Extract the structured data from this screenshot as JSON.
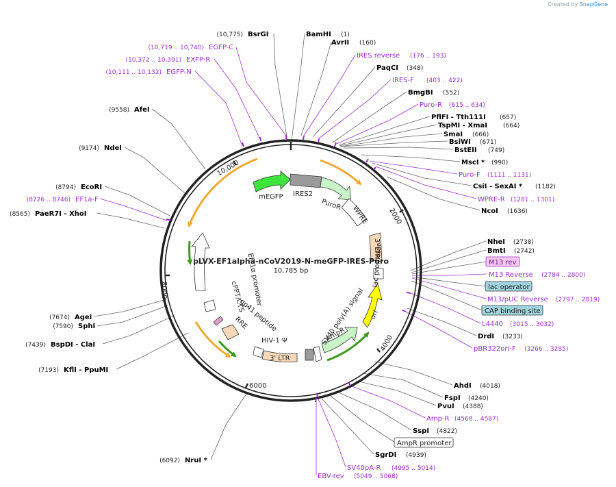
{
  "credit": {
    "prefix": "Created by",
    "brand": "SnapGene"
  },
  "plasmid": {
    "name": "pLVX-EF1alpha-nCoV2019-N-meGFP-IRES-Puro",
    "size": "10,785 bp",
    "total_bp": 10785
  },
  "ticks": [
    {
      "label": "2000",
      "bp": 2000
    },
    {
      "label": "4000",
      "bp": 4000
    },
    {
      "label": "6000",
      "bp": 6000
    },
    {
      "label": "8000",
      "bp": 8000
    },
    {
      "label": "10,000",
      "bp": 10000
    }
  ],
  "features": [
    {
      "name": "mEGFP",
      "color": "#3ce43c"
    },
    {
      "name": "IRES2",
      "color": "#9a9a9a"
    },
    {
      "name": "PuroR",
      "color": "#c8f5c8"
    },
    {
      "name": "WPRE",
      "color": "#ffffff"
    },
    {
      "name": "3' LTR",
      "color": "#f7d8b8"
    },
    {
      "name": "lac promoter",
      "color": "#ffffff"
    },
    {
      "name": "ori",
      "color": "#ffff00"
    },
    {
      "name": "SV40 poly(A) signal",
      "color": "#ffffff"
    },
    {
      "name": "AmpR",
      "color": "#c8f5c8"
    },
    {
      "name": "3' LTR",
      "color": "#f7d8b8"
    },
    {
      "name": "HIV-1 Ψ",
      "color": "#ffffff"
    },
    {
      "name": "RRE",
      "color": "#f7d8b8"
    },
    {
      "name": "gp41 peptide",
      "color": "#e0a0c8"
    },
    {
      "name": "cPPT/CTS",
      "color": "#ffffff"
    },
    {
      "name": "EF-1α promoter",
      "color": "#ffffff"
    }
  ],
  "labels_left": [
    {
      "pos": "(10,775)",
      "name": "BsrGI",
      "kind": "enzyme"
    },
    {
      "pos": "(10,719 .. 10,740)",
      "name": "EGFP-C",
      "kind": "primer"
    },
    {
      "pos": "(10,372 .. 10,391)",
      "name": "EXFP-R",
      "kind": "primer"
    },
    {
      "pos": "(10,111 .. 10,132)",
      "name": "EGFP-N",
      "kind": "primer"
    },
    {
      "pos": "(9558)",
      "name": "AfeI",
      "kind": "enzyme"
    },
    {
      "pos": "(9174)",
      "name": "NdeI",
      "kind": "enzyme"
    },
    {
      "pos": "(8794)",
      "name": "EcoRI",
      "kind": "enzyme"
    },
    {
      "pos": "(8726 .. 8746)",
      "name": "EF1a-F",
      "kind": "primer"
    },
    {
      "pos": "(8565)",
      "name": "PaeR7I - XhoI",
      "kind": "enzyme"
    },
    {
      "pos": "(7674)",
      "name": "AgeI",
      "kind": "enzyme"
    },
    {
      "pos": "(7590)",
      "name": "SphI",
      "kind": "enzyme"
    },
    {
      "pos": "(7439)",
      "name": "BspDI - ClaI",
      "kind": "enzyme"
    },
    {
      "pos": "(7193)",
      "name": "KflI - PpuMI",
      "kind": "enzyme"
    },
    {
      "pos": "(6092)",
      "name": "NruI *",
      "kind": "enzyme"
    }
  ],
  "labels_right": [
    {
      "name": "BamHI",
      "pos": "(1)",
      "kind": "enzyme"
    },
    {
      "name": "AvrII",
      "pos": "(160)",
      "kind": "enzyme"
    },
    {
      "name": "IRES reverse",
      "pos": "(176 .. 193)",
      "kind": "primer"
    },
    {
      "name": "PaqCI",
      "pos": "(348)",
      "kind": "enzyme"
    },
    {
      "name": "IRES-F",
      "pos": "(403 .. 422)",
      "kind": "primer"
    },
    {
      "name": "BmgBI",
      "pos": "(552)",
      "kind": "enzyme"
    },
    {
      "name": "Puro-R",
      "pos": "(615 .. 634)",
      "kind": "primer"
    },
    {
      "name": "PflFI - Tth111I",
      "pos": "(657)",
      "kind": "enzyme"
    },
    {
      "name": "TspMI - XmaI",
      "pos": "(664)",
      "kind": "enzyme"
    },
    {
      "name": "SmaI",
      "pos": "(666)",
      "kind": "enzyme"
    },
    {
      "name": "BsiWI",
      "pos": "(671)",
      "kind": "enzyme"
    },
    {
      "name": "BstEII",
      "pos": "(749)",
      "kind": "enzyme"
    },
    {
      "name": "MscI *",
      "pos": "(990)",
      "kind": "enzyme"
    },
    {
      "name": "Puro-F",
      "pos": "(1111 .. 1131)",
      "kind": "primer"
    },
    {
      "name": "CsiI - SexAI *",
      "pos": "(1182)",
      "kind": "enzyme"
    },
    {
      "name": "WPRE-R",
      "pos": "(1281 .. 1301)",
      "kind": "primer"
    },
    {
      "name": "NcoI",
      "pos": "(1636)",
      "kind": "enzyme"
    },
    {
      "name": "NheI",
      "pos": "(2738)",
      "kind": "enzyme"
    },
    {
      "name": "BmtI",
      "pos": "(2742)",
      "kind": "enzyme"
    },
    {
      "name": "M13 rev",
      "pos": "",
      "kind": "boxed-pink"
    },
    {
      "name": "M13 Reverse",
      "pos": "(2784 .. 2800)",
      "kind": "primer"
    },
    {
      "name": "lac operator",
      "pos": "",
      "kind": "boxed-blue"
    },
    {
      "name": "M13/pUC Reverse",
      "pos": "(2797 .. 2819)",
      "kind": "primer"
    },
    {
      "name": "CAP binding site",
      "pos": "",
      "kind": "boxed-blue"
    },
    {
      "name": "L4440",
      "pos": "(3015 .. 3032)",
      "kind": "primer"
    },
    {
      "name": "DrdI",
      "pos": "(3233)",
      "kind": "enzyme"
    },
    {
      "name": "pBR322ori-F",
      "pos": "(3266 .. 3285)",
      "kind": "primer"
    },
    {
      "name": "AhdI",
      "pos": "(4018)",
      "kind": "enzyme"
    },
    {
      "name": "FspI",
      "pos": "(4240)",
      "kind": "enzyme"
    },
    {
      "name": "PvuI",
      "pos": "(4388)",
      "kind": "enzyme"
    },
    {
      "name": "Amp-R",
      "pos": "(4568 .. 4587)",
      "kind": "primer"
    },
    {
      "name": "SspI",
      "pos": "(4822)",
      "kind": "enzyme"
    },
    {
      "name": "AmpR promoter",
      "pos": "",
      "kind": "boxed-white"
    },
    {
      "name": "SgrDI",
      "pos": "(4939)",
      "kind": "enzyme"
    },
    {
      "name": "SV40pA-R",
      "pos": "(4995 .. 5014)",
      "kind": "primer"
    },
    {
      "name": "EBV-rev",
      "pos": "(5049 .. 5068)",
      "kind": "primer"
    }
  ],
  "colors": {
    "enzyme": "#000000",
    "primer": "#9a2fd0",
    "leader": "#666666",
    "primer_leader": "#9a2fd0",
    "ring": "#222222",
    "orf_orange": "#f0a830",
    "orf_green": "#3a9a1a"
  }
}
